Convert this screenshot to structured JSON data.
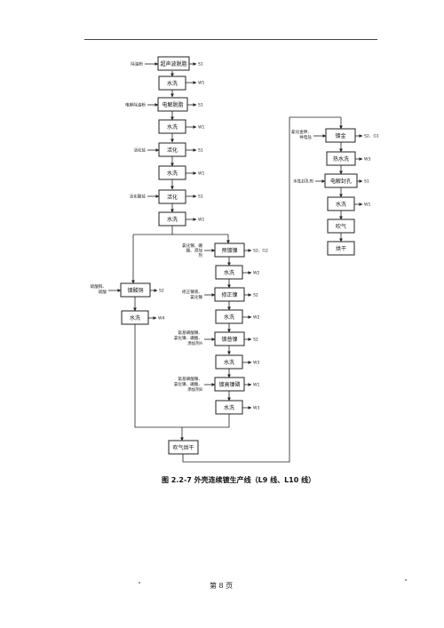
{
  "left": {
    "steps": [
      {
        "label": "超声波脱脂",
        "input": "除油粉",
        "output": "S1"
      },
      {
        "label": "水洗",
        "output": "W1"
      },
      {
        "label": "电解脱脂",
        "input": "电解除油粉",
        "output": "S1"
      },
      {
        "label": "水洗",
        "output": "W1"
      },
      {
        "label": "活化",
        "input": "活化盐",
        "output": "S1"
      },
      {
        "label": "水洗",
        "output": "W1"
      },
      {
        "label": "活化",
        "input": "活化酸盐",
        "output": "S1"
      },
      {
        "label": "水洗",
        "output": "W1"
      }
    ],
    "branch_a": [
      {
        "label": "镀酸铜",
        "input_lines": [
          "硫酸铜、",
          "硫酸"
        ],
        "output": "S2"
      },
      {
        "label": "水洗",
        "output": "W4"
      }
    ],
    "branch_b": [
      {
        "label": "预镀镍",
        "input_lines": [
          "氯化镍、硼",
          "酸、添加",
          "剂"
        ],
        "output": "S2、G2"
      },
      {
        "label": "水洗",
        "output": "W2"
      },
      {
        "label": "修正镍",
        "input_lines": [
          "修正镍液、",
          "氯化镍"
        ],
        "output": "S2"
      },
      {
        "label": "水洗",
        "output": "W2"
      },
      {
        "label": "镀普镍",
        "input_lines": [
          "氨基磺酸镍、",
          "氯化镍、硼酸、",
          "添加剂A"
        ],
        "output": "S2"
      },
      {
        "label": "水洗",
        "output": "W3"
      },
      {
        "label": "镀高镍磷",
        "input_lines": [
          "氨基磺酸镍、",
          "氯化镍、硼酸、",
          "添加剂B"
        ],
        "output": "W1"
      },
      {
        "label": "水洗",
        "output": "W3"
      }
    ],
    "merge": {
      "label": "吹气烘干"
    }
  },
  "right": {
    "steps": [
      {
        "label": "镀金",
        "input_lines": [
          "氰化金钾、",
          "导电盐"
        ],
        "output": "S2、G1"
      },
      {
        "label": "热水洗",
        "output": "W3"
      },
      {
        "label": "电解封孔",
        "input": "水性封孔剂",
        "output": "S1"
      },
      {
        "label": "水洗",
        "output": "W1"
      },
      {
        "label": "吹气"
      },
      {
        "label": "烘干"
      }
    ]
  },
  "caption": "图 2.2-7   外壳连续镀生产线（L9 线、L10 线）",
  "footer": "第 8 页"
}
